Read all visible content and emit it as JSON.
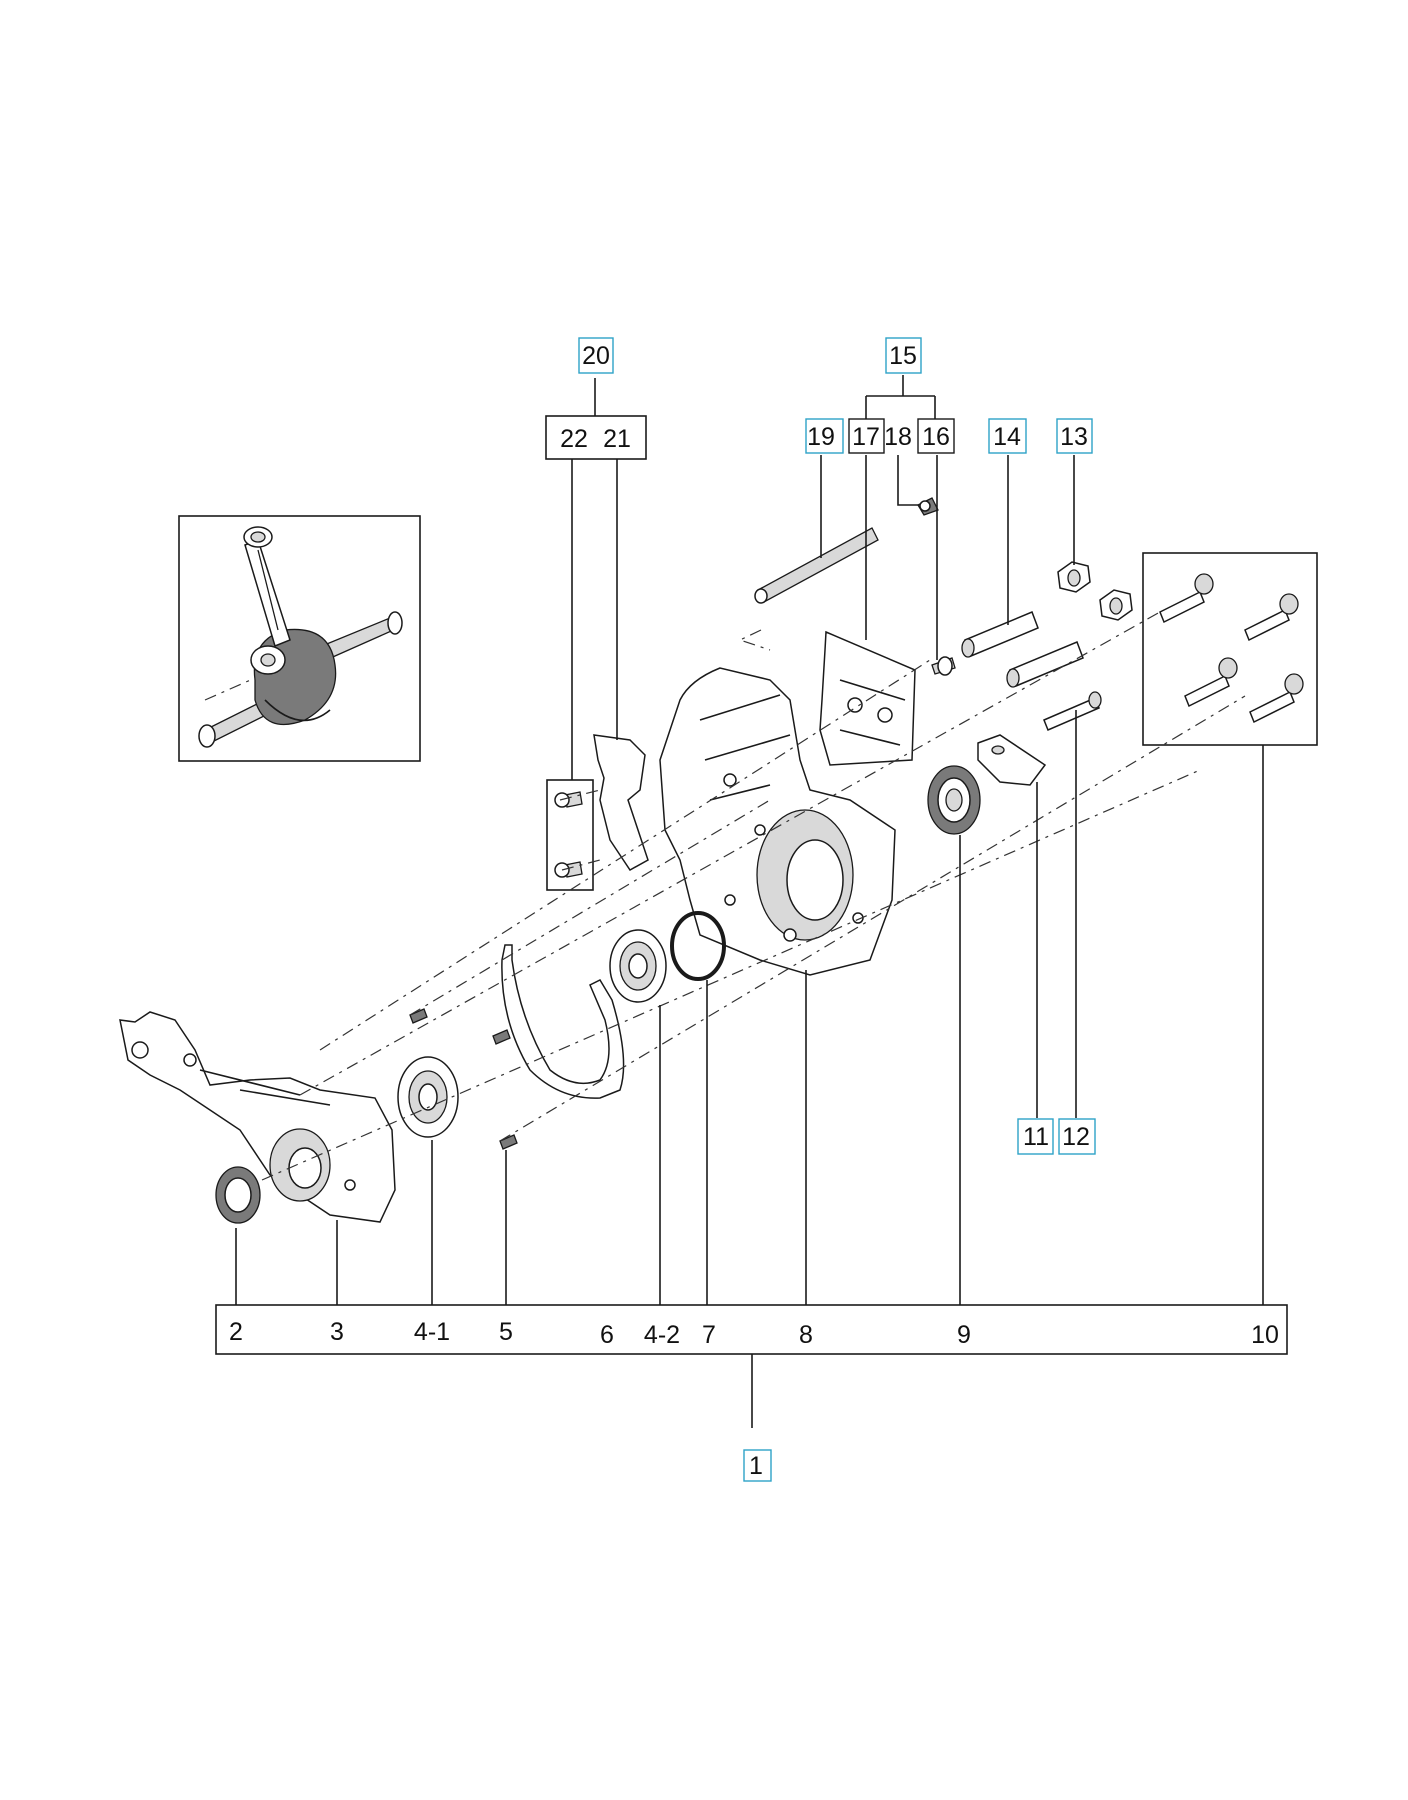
{
  "callouts": {
    "c1": "1",
    "c2": "2",
    "c3": "3",
    "c4_1": "4-1",
    "c4_2": "4-2",
    "c5": "5",
    "c6": "6",
    "c7": "7",
    "c8": "8",
    "c9": "9",
    "c10": "10",
    "c11": "11",
    "c12": "12",
    "c13": "13",
    "c14": "14",
    "c15": "15",
    "c16": "16",
    "c17": "17",
    "c18": "18",
    "c19": "19",
    "c20": "20",
    "c21": "21",
    "c22": "22"
  },
  "colors": {
    "callout_box_blue": "#2ea3c7",
    "line": "#1a1a1a"
  }
}
